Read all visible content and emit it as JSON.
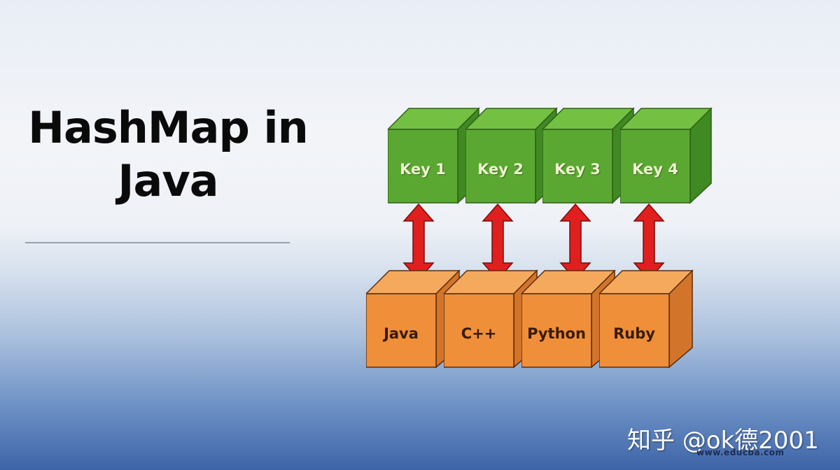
{
  "title": {
    "line1": "HashMap in",
    "line2": "Java"
  },
  "keys": [
    {
      "label": "Key 1"
    },
    {
      "label": "Key 2"
    },
    {
      "label": "Key 3"
    },
    {
      "label": "Key 4"
    }
  ],
  "values": [
    {
      "label": "Java"
    },
    {
      "label": "C++"
    },
    {
      "label": "Python"
    },
    {
      "label": "Ruby"
    }
  ],
  "colors": {
    "key_front": "#5aa832",
    "key_top": "#74c043",
    "key_side": "#3f8a22",
    "value_front": "#ef8f3a",
    "value_top": "#f5a95c",
    "value_side": "#d2742a",
    "arrow": "#e01f1f"
  },
  "watermark": "知乎 @ok德2001",
  "site_mark": "www.educba.com"
}
